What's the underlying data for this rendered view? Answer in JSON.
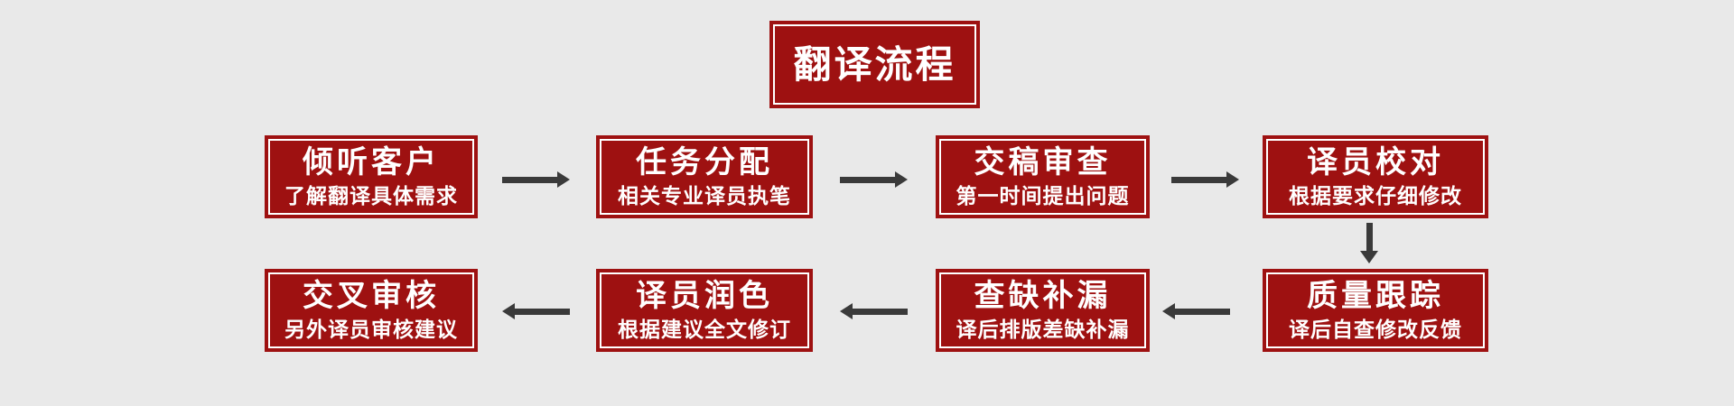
{
  "colors": {
    "background": "#e9e9e9",
    "box_fill": "#9e1111",
    "inner_line": "#ffffff",
    "text": "#ffffff",
    "arrow": "#3a3a3a"
  },
  "title": {
    "label": "翻译流程"
  },
  "flow": {
    "row1": [
      {
        "title": "倾听客户",
        "subtitle": "了解翻译具体需求"
      },
      {
        "title": "任务分配",
        "subtitle": "相关专业译员执笔"
      },
      {
        "title": "交稿审查",
        "subtitle": "第一时间提出问题"
      },
      {
        "title": "译员校对",
        "subtitle": "根据要求仔细修改"
      }
    ],
    "row2": [
      {
        "title": "质量跟踪",
        "subtitle": "译后自查修改反馈"
      },
      {
        "title": "查缺补漏",
        "subtitle": "译后排版差缺补漏"
      },
      {
        "title": "译员润色",
        "subtitle": "根据建议全文修订"
      },
      {
        "title": "交叉审核",
        "subtitle": "另外译员审核建议"
      }
    ]
  },
  "icons": {
    "arrow_right": "css-triangle-right",
    "arrow_left": "css-triangle-left",
    "arrow_down": "css-triangle-down"
  }
}
